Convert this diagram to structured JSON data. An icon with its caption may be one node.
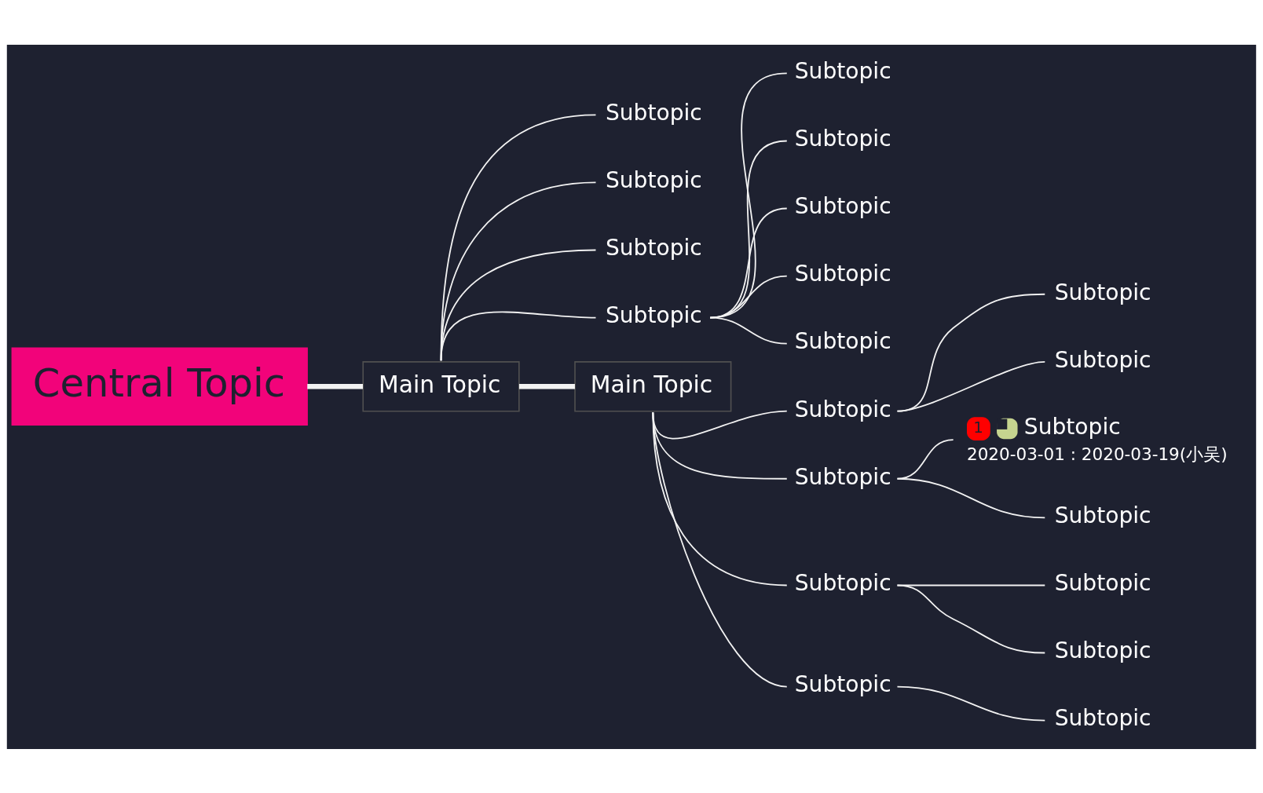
{
  "diagram": {
    "nodes": [
      {
        "text": [
          "Central Topic"
        ]
      },
      {
        "text": [
          "Main Topic"
        ]
      },
      {
        "text": [
          "Subtopic"
        ]
      },
      {
        "text": [
          "Subtopic"
        ]
      },
      {
        "text": [
          "Subtopic"
        ]
      },
      {
        "text": [
          "Subtopic"
        ]
      },
      {
        "text": [
          "Subtopic"
        ]
      },
      {
        "text": [
          "Subtopic"
        ]
      },
      {
        "text": [
          "Subtopic"
        ]
      },
      {
        "text": [
          "Subtopic"
        ]
      },
      {
        "text": [
          "Subtopic"
        ]
      },
      {
        "text": [
          "Main Topic"
        ]
      },
      {
        "text": [
          "Subtopic"
        ]
      },
      {
        "text": [
          "Subtopic"
        ]
      },
      {
        "text": [
          "Subtopic"
        ]
      },
      {
        "text": [
          "Subtopic"
        ]
      },
      {
        "text": [
          "1",
          "Subtopic",
          "2020-03-01 : 2020-03-19(小吴)"
        ]
      },
      {
        "text": [
          "Subtopic"
        ]
      },
      {
        "text": [
          "Subtopic"
        ]
      },
      {
        "text": [
          "Subtopic"
        ]
      },
      {
        "text": [
          "Subtopic"
        ]
      },
      {
        "text": [
          "Subtopic"
        ]
      },
      {
        "text": [
          "Subtopic"
        ]
      }
    ],
    "edges": [
      {
        "from": 0,
        "to": 1,
        "arrow": "none",
        "style": "thick"
      },
      {
        "from": 1,
        "to": 2,
        "arrow": "none"
      },
      {
        "from": 1,
        "to": 3,
        "arrow": "none"
      },
      {
        "from": 1,
        "to": 4,
        "arrow": "none"
      },
      {
        "from": 1,
        "to": 5,
        "arrow": "none"
      },
      {
        "from": 5,
        "to": 6,
        "arrow": "none"
      },
      {
        "from": 5,
        "to": 7,
        "arrow": "none"
      },
      {
        "from": 5,
        "to": 8,
        "arrow": "none"
      },
      {
        "from": 5,
        "to": 9,
        "arrow": "none"
      },
      {
        "from": 5,
        "to": 10,
        "arrow": "none"
      },
      {
        "from": 1,
        "to": 11,
        "arrow": "none",
        "style": "thick"
      },
      {
        "from": 11,
        "to": 12,
        "arrow": "none"
      },
      {
        "from": 12,
        "to": 13,
        "arrow": "none"
      },
      {
        "from": 12,
        "to": 14,
        "arrow": "none"
      },
      {
        "from": 11,
        "to": 15,
        "arrow": "none"
      },
      {
        "from": 15,
        "to": 16,
        "arrow": "none"
      },
      {
        "from": 15,
        "to": 17,
        "arrow": "none"
      },
      {
        "from": 11,
        "to": 18,
        "arrow": "none"
      },
      {
        "from": 18,
        "to": 19,
        "arrow": "none"
      },
      {
        "from": 18,
        "to": 20,
        "arrow": "none"
      },
      {
        "from": 11,
        "to": 21,
        "arrow": "none"
      },
      {
        "from": 21,
        "to": 22,
        "arrow": "none"
      }
    ]
  }
}
